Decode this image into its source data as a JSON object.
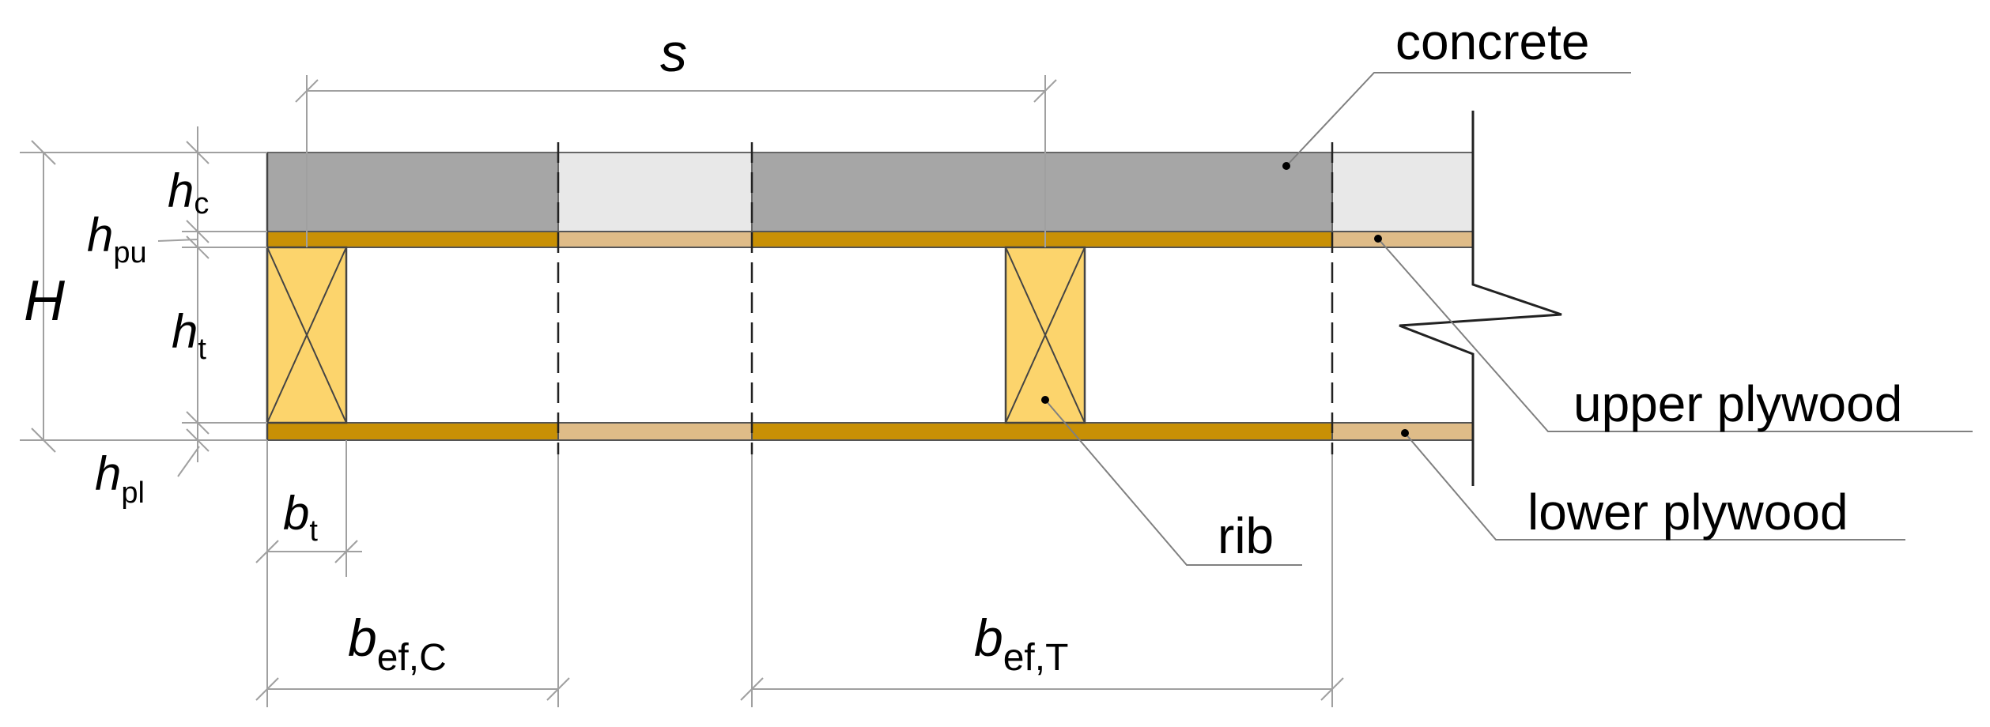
{
  "labels": {
    "s": "s",
    "concrete": "concrete",
    "upper_plywood": "upper plywood",
    "lower_plywood": "lower plywood",
    "rib": "rib",
    "H": "H",
    "hc_main": "h",
    "hc_sub": "c",
    "hpu_main": "h",
    "hpu_sub": "pu",
    "ht_main": "h",
    "ht_sub": "t",
    "hpl_main": "h",
    "hpl_sub": "pl",
    "bt_main": "b",
    "bt_sub": "t",
    "befc_main": "b",
    "befc_sub": "ef,C",
    "beft_main": "b",
    "beft_sub": "ef,T"
  },
  "colors": {
    "concrete_effective": "#a6a6a6",
    "concrete_outside": "#e8e8e8",
    "plywood_effective": "#c89005",
    "plywood_outside": "#dfbc88",
    "rib_fill": "#fcd46c",
    "outline": "#555555",
    "dimension_line": "#a0a0a0"
  }
}
